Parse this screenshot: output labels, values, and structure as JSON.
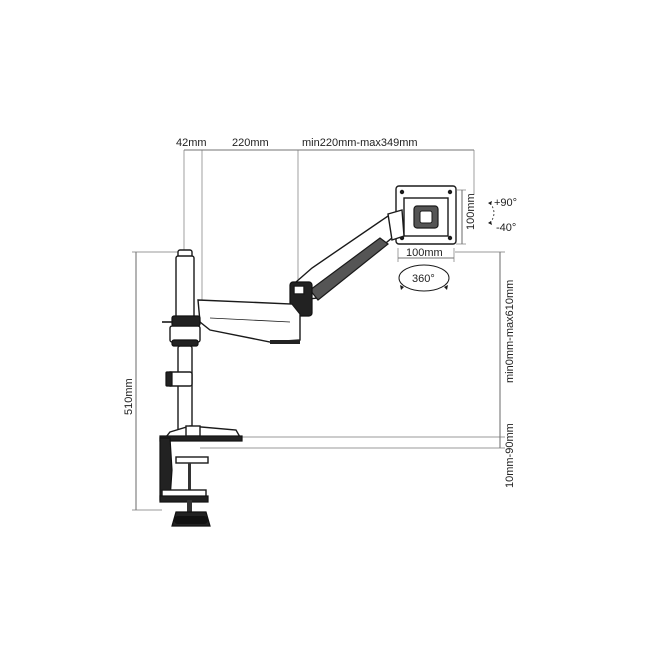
{
  "dimensions": {
    "clamp_offset": "42mm",
    "first_arm": "220mm",
    "second_arm": "min220mm-max349mm",
    "vesa_height": "100mm",
    "vesa_width": "100mm",
    "tilt_up": "+90°",
    "tilt_down": "-40°",
    "rotation": "360°",
    "pole_height": "510mm",
    "height_adjust": "min0mm-max610mm",
    "desk_thickness": "10mm-90mm"
  },
  "colors": {
    "line": "#1a1a1a",
    "text": "#222222",
    "background": "#ffffff"
  }
}
